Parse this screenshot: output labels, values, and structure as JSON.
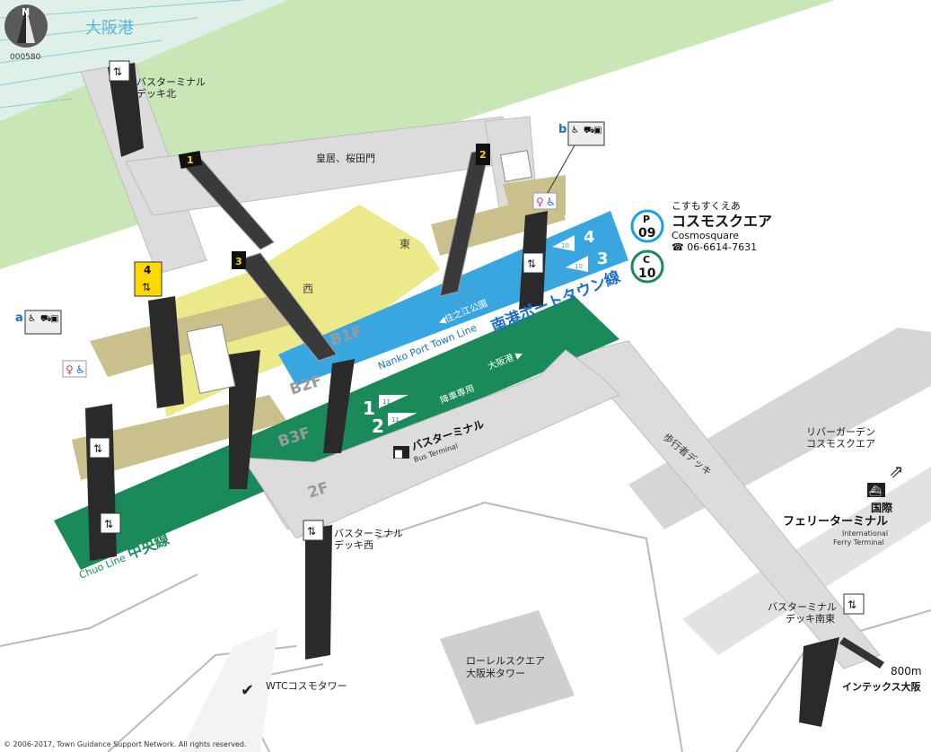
{
  "header": {
    "north_letter": "N",
    "map_code": "000580",
    "water_label": "大阪港"
  },
  "station": {
    "name_kana": "こすもすくえあ",
    "name_jp": "コスモスクエア",
    "name_en": "Cosmosquare",
    "phone": "☎ 06-6614-7631",
    "codes": [
      {
        "line": "P",
        "number": "09",
        "color": "#1ba0e2"
      },
      {
        "line": "C",
        "number": "10",
        "color": "#1a8a5a"
      }
    ]
  },
  "lines": {
    "nanko_jp": "南港ポートタウン線",
    "nanko_en": "Nanko Port Town Line",
    "nanko_dir": "◀住之江公園",
    "nanko_platforms": [
      "4",
      "3"
    ],
    "nanko_badge": "10",
    "chuo_jp": "中央線",
    "chuo_en": "Chuo Line",
    "chuo_dir": "大阪港 ▶",
    "chuo_platforms": [
      "1",
      "2"
    ],
    "chuo_badge": "11",
    "chuo_note": "降車専用",
    "chuo_color": "#1a8a5a",
    "nanko_color": "#3aa6e0"
  },
  "levels": {
    "b1f": "B1F",
    "b2f": "B2F",
    "b3f": "B3F",
    "f2": "2F"
  },
  "directions": {
    "west": "西",
    "east": "東"
  },
  "exits": [
    "1",
    "2",
    "3",
    "4"
  ],
  "entrances": [
    "a",
    "b"
  ],
  "labels": {
    "kokyo": "皇居、桜田門",
    "bus_deck_north_1": "バスターミナル",
    "bus_deck_north_2": "デッキ北",
    "bus_deck_west_1": "バスターミナル",
    "bus_deck_west_2": "デッキ西",
    "bus_deck_se_1": "バスターミナル",
    "bus_deck_se_2": "デッキ南東",
    "bus_terminal_jp": "バスターミナル",
    "bus_terminal_en": "Bus Terminal",
    "walkway": "歩行者デッキ",
    "river_garden_1": "リバーガーデン",
    "river_garden_2": "コスモスクエア",
    "ferry_1": "国際",
    "ferry_2": "フェリーターミナル",
    "ferry_en_1": "International",
    "ferry_en_2": "Ferry Terminal",
    "laurel_1": "ローレルスクエア",
    "laurel_2": "大阪米タワー",
    "wtc": "WTCコスモタワー",
    "distance": "800m",
    "intex": "インテックス大阪"
  },
  "footer": {
    "copyright": "© 2006-2017, Town Guidance Support Network. All rights reserved."
  }
}
